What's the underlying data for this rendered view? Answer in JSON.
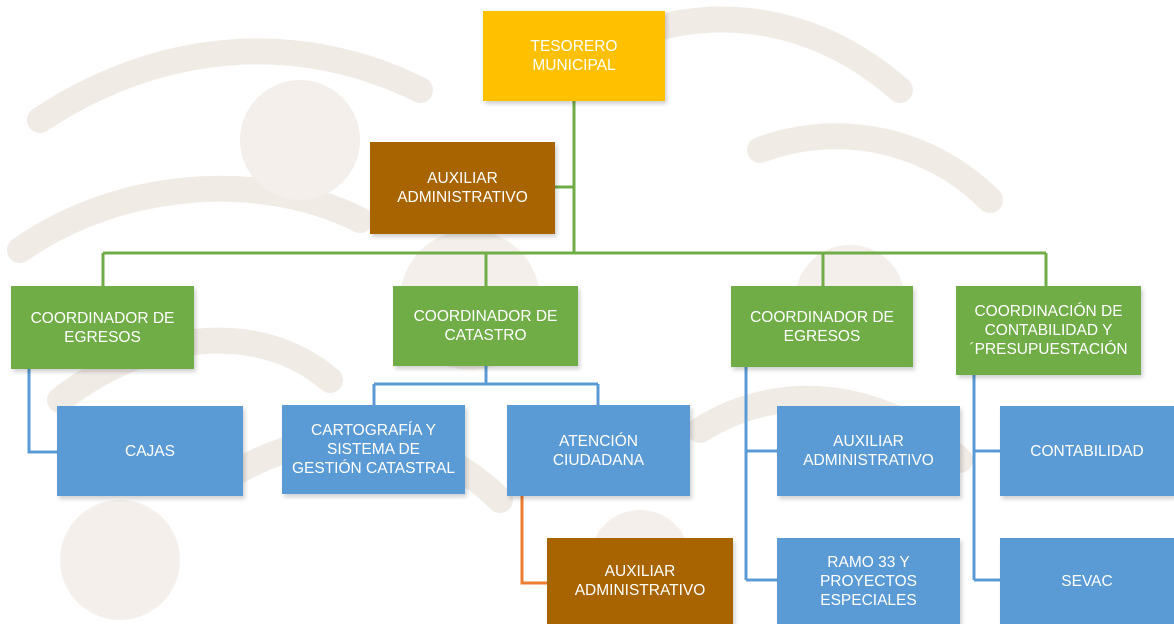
{
  "colors": {
    "top": "#ffc000",
    "assistant": "#a86400",
    "coordinator": "#70ad47",
    "unit": "#5b9bd5",
    "connector_green": "#70ad47",
    "connector_blue": "#5b9bd5",
    "connector_orange": "#ed7d31",
    "watermark": "#f1ebe6"
  },
  "nodes": {
    "treasurer": "TESORERO\nMUNICIPAL",
    "assistant_top": "AUXILIAR\nADMINISTRATIVO",
    "coord_1": "COORDINADOR DE\nEGRESOS",
    "coord_2": "COORDINADOR DE\nCATASTRO",
    "coord_3": "COORDINADOR DE\nEGRESOS",
    "coord_4": "COORDINACIÓN DE\nCONTABILIDAD Y\n´PRESUPUESTACIÓN",
    "unit_cajas": "CAJAS",
    "unit_cartografia": "CARTOGRAFÍA Y\nSISTEMA DE\nGESTIÓN CATASTRAL",
    "unit_atencion": "ATENCIÓN\nCIUDADANA",
    "assistant_atencion": "AUXILIAR\nADMINISTRATIVO",
    "unit_auxiliar": "AUXILIAR\nADMINISTRATIVO",
    "unit_ramo33": "RAMO 33 Y\nPROYECTOS\nESPECIALES",
    "unit_contabilidad": "CONTABILIDAD",
    "unit_sevac": "SEVAC"
  }
}
